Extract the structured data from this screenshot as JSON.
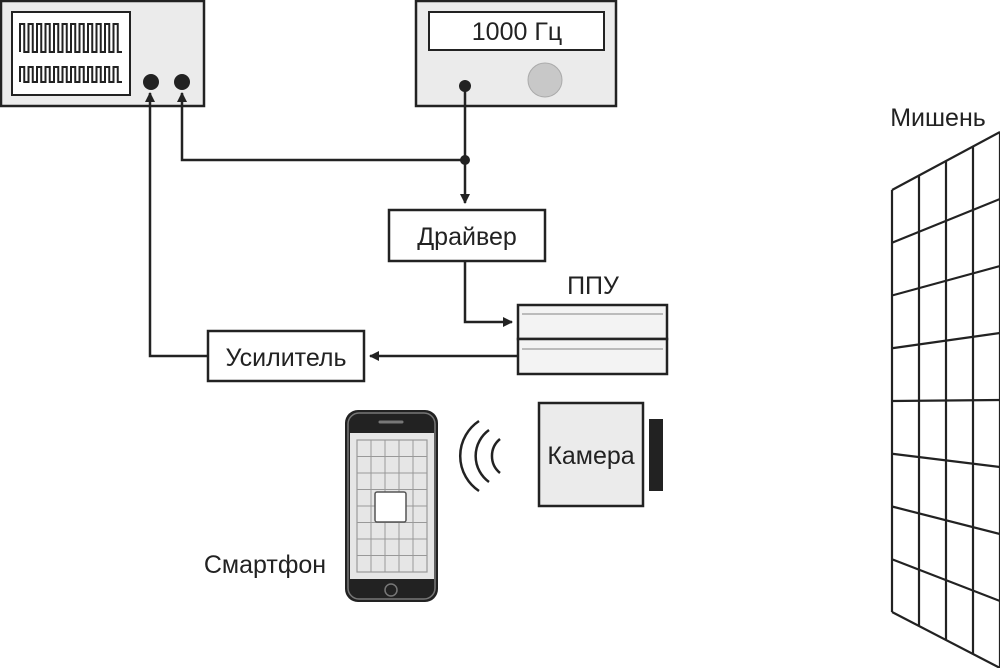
{
  "generator": {
    "frequency_display": "1000 Гц"
  },
  "driver": {
    "label": "Драйвер"
  },
  "photodetector": {
    "label": "ППУ"
  },
  "amplifier": {
    "label": "Усилитель"
  },
  "camera": {
    "label": "Камера"
  },
  "smartphone": {
    "label": "Смартфон"
  },
  "target": {
    "label": "Мишень"
  },
  "colors": {
    "stroke": "#222222",
    "panel": "#ebebeb",
    "screen": "#ffffff",
    "knob": "#c8c8c8",
    "phone_body": "#222222",
    "phone_frame": "#777777",
    "phone_screen": "#e6e6e6",
    "grid_line": "#999999"
  }
}
